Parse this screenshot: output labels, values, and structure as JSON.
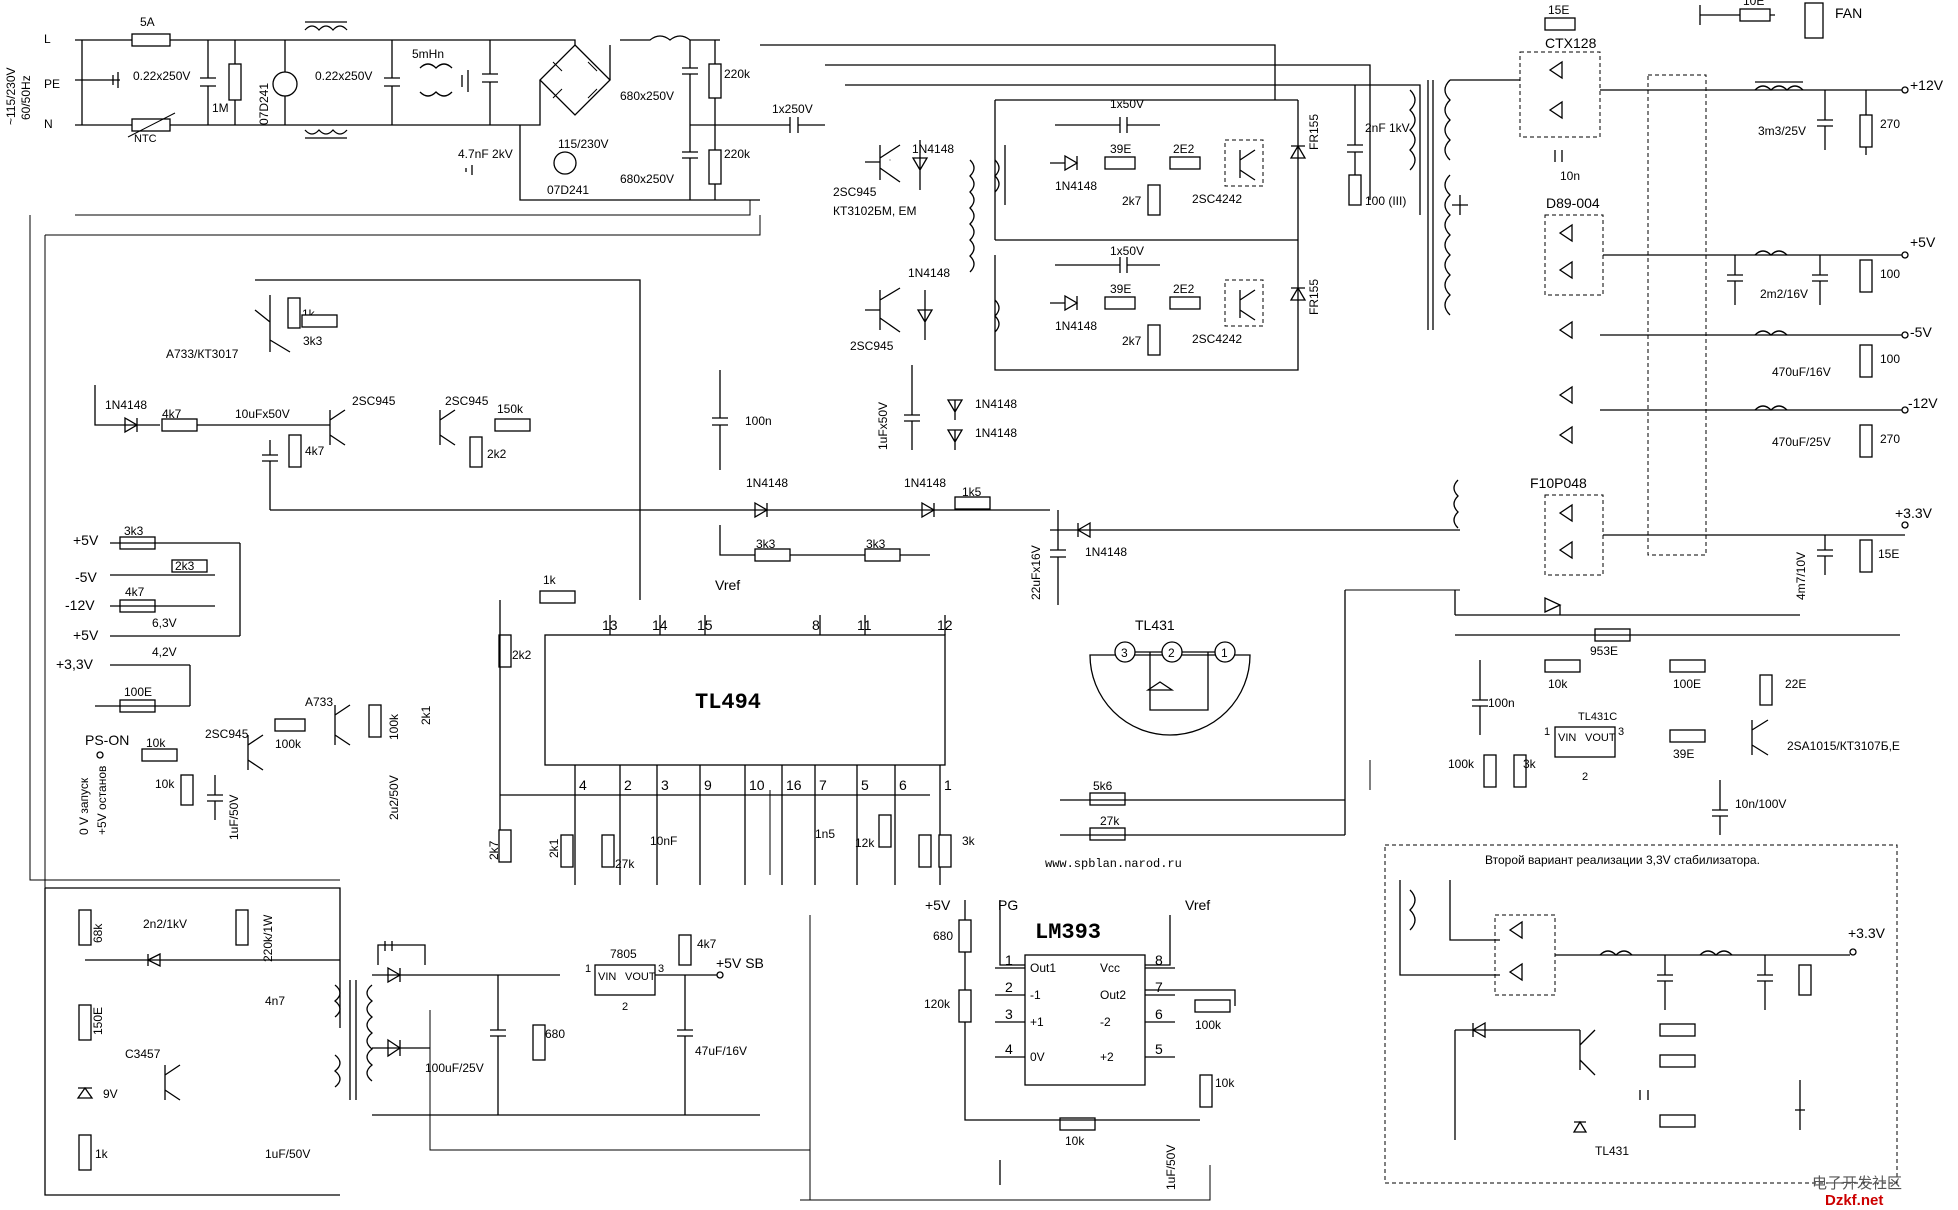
{
  "mains": {
    "input_voltage": "~115/230V",
    "frequency": "60/50Hz",
    "L": "L",
    "PE": "PE",
    "N": "N",
    "fuse": "5A",
    "ntc": "NTC",
    "cap1": "0.22x250V",
    "res1": "1M",
    "varistor1": "07D241",
    "cap2": "0.22x250V",
    "choke": "5mHn",
    "ycap": "4.7nF 2kV",
    "switch": "115/230V",
    "varistor2": "07D241",
    "bulk_c1": "680x250V",
    "bulk_c2": "680x250V",
    "bleed_r1": "220k",
    "bleed_r2": "220k",
    "coupling_cap": "1x250V"
  },
  "driver": {
    "q1": "2SC945",
    "q1_alt": "КТ3102БМ, ЕМ",
    "q2": "2SC945",
    "d1": "1N4148",
    "d2": "1N4148",
    "d3": "1N4148",
    "d4": "1N4148",
    "cap": "1uFx50V",
    "upper_cap": "1x50V",
    "lower_cap": "1x50V",
    "upper_r1": "39E",
    "upper_r2": "2E2",
    "upper_r3": "2k7",
    "upper_d": "1N4148",
    "upper_q": "2SC4242",
    "lower_r1": "39E",
    "lower_r2": "2E2",
    "lower_r3": "2k7",
    "lower_d": "1N4148",
    "lower_q": "2SC4242",
    "fr1": "FR155",
    "fr2": "FR155",
    "snub_c": "2nF 1kV",
    "snub_r": "100 (III)"
  },
  "outputs": {
    "fan_r": "10E",
    "fan": "FAN",
    "d_12": "CTX128",
    "r_15e": "15E",
    "c_10n": "10n",
    "v12": "+12V",
    "c_12": "3m3/25V",
    "r_12": "270",
    "d_5": "D89-004",
    "v5": "+5V",
    "c_5": "2m2/16V",
    "r_5": "100",
    "v_m5": "-5V",
    "c_m5": "470uF/16V",
    "r_m5": "100",
    "v_m12": "-12V",
    "c_m12": "470uF/25V",
    "r_m12": "270",
    "d_33": "F10P048",
    "v33": "+3.3V",
    "c_33": "4m7/10V",
    "r_33": "15E"
  },
  "reg33": {
    "r1": "953E",
    "c1": "100n",
    "r2": "10k",
    "r3": "100E",
    "r4": "22E",
    "ic": "TL431C",
    "vin": "VIN",
    "vout": "VOUT",
    "pin1": "1",
    "pin3": "3",
    "pin2": "2",
    "r5": "39E",
    "q": "2SA1015/КТ3107Б,Е",
    "r6": "100k",
    "r7": "3k",
    "c2": "10n/100V"
  },
  "tl431_pinout": {
    "title": "TL431",
    "pins": [
      "3",
      "2",
      "1"
    ]
  },
  "protection": {
    "q_a733": "A733/КТ3017",
    "r_1k": "1k",
    "r_3k3": "3k3",
    "d_1n4148": "1N4148",
    "r_4k7": "4k7",
    "c_10u": "10uFx50V",
    "q_c945": "2SC945",
    "q_c945_2": "2SC945",
    "r_150k": "150k",
    "r_4k7b": "4k7",
    "r_2k2": "2k2",
    "c_100n": "100n",
    "d_a": "1N4148",
    "d_b": "1N4148",
    "r_1k5": "1k5",
    "d_c": "1N4148",
    "c_22u": "22uFx16V",
    "r_3k3a": "3k3",
    "r_3k3b": "3k3",
    "in_p5": "+5V",
    "in_p5_r": "3k3",
    "in_m5": "-5V",
    "in_m5_r": "2k3",
    "in_m12": "-12V",
    "in_m12_r": "4k7",
    "in_p5z": "+5V",
    "z63": "6,3V",
    "in_p33": "+3,3V",
    "z42": "4,2V",
    "r_100e": "100E"
  },
  "pson": {
    "label": "PS-ON",
    "r1": "10k",
    "r2": "10k",
    "cap": "1uF/50V",
    "q": "2SC945",
    "r3": "100k",
    "q2": "A733",
    "r4": "100k",
    "c2": "2u2/50V",
    "r5": "2k1",
    "note1": "0 V запуск",
    "note2": "+5V останов"
  },
  "tl494": {
    "name": "TL494",
    "top_pins": [
      "13",
      "14",
      "15",
      "8",
      "11",
      "12"
    ],
    "bottom_pins": [
      "4",
      "2",
      "3",
      "9",
      "10",
      "16",
      "7",
      "5",
      "6",
      "1"
    ],
    "vref": "Vref",
    "r_1k": "1k",
    "r_2k2": "2k2",
    "r_2k7": "2k7",
    "r_2k1": "2k1",
    "r_27k": "27k",
    "c_10nf": "10nF",
    "c_1n5": "1n5",
    "r_12k": "12k",
    "r_3k": "3k",
    "r_5k6": "5k6",
    "r_27kb": "27k"
  },
  "website": "www.spblan.narod.ru",
  "lm393": {
    "name": "LM393",
    "plus5": "+5V",
    "pg": "PG",
    "vref": "Vref",
    "r_680": "680",
    "r_120k": "120k",
    "r_100k": "100k",
    "r_10k": "10k",
    "r_10kb": "10k",
    "c": "1uF/50V",
    "pins_left": [
      "1",
      "2",
      "3",
      "4"
    ],
    "pins_right": [
      "8",
      "7",
      "6",
      "5"
    ],
    "labels_left": [
      "Out1",
      "-1",
      "+1",
      "0V"
    ],
    "labels_right": [
      "Vcc",
      "Out2",
      "-2",
      "+2"
    ]
  },
  "standby": {
    "r_68k": "68k",
    "c_2n2": "2n2/1kV",
    "r_220k": "220k/1W",
    "c_4n7": "4n7",
    "r_150e": "150E",
    "q": "C3457",
    "z_9v": "9V",
    "r_1k": "1k",
    "c_1u": "1uF/50V",
    "c_100u": "100uF/25V",
    "r_680": "680",
    "reg": "7805",
    "vin": "VIN",
    "vout": "VOUT",
    "pin1": "1",
    "pin3": "3",
    "pin2": "2",
    "r_4k7": "4k7",
    "c_47u": "47uF/16V",
    "out": "+5V SB"
  },
  "variant2": {
    "title": "Второй вариант реализации 3,3V стабилизатора.",
    "out": "+3.3V",
    "ic": "TL431"
  },
  "watermark": {
    "line1": "电子开发社区",
    "line2": "Dzkf.net"
  }
}
